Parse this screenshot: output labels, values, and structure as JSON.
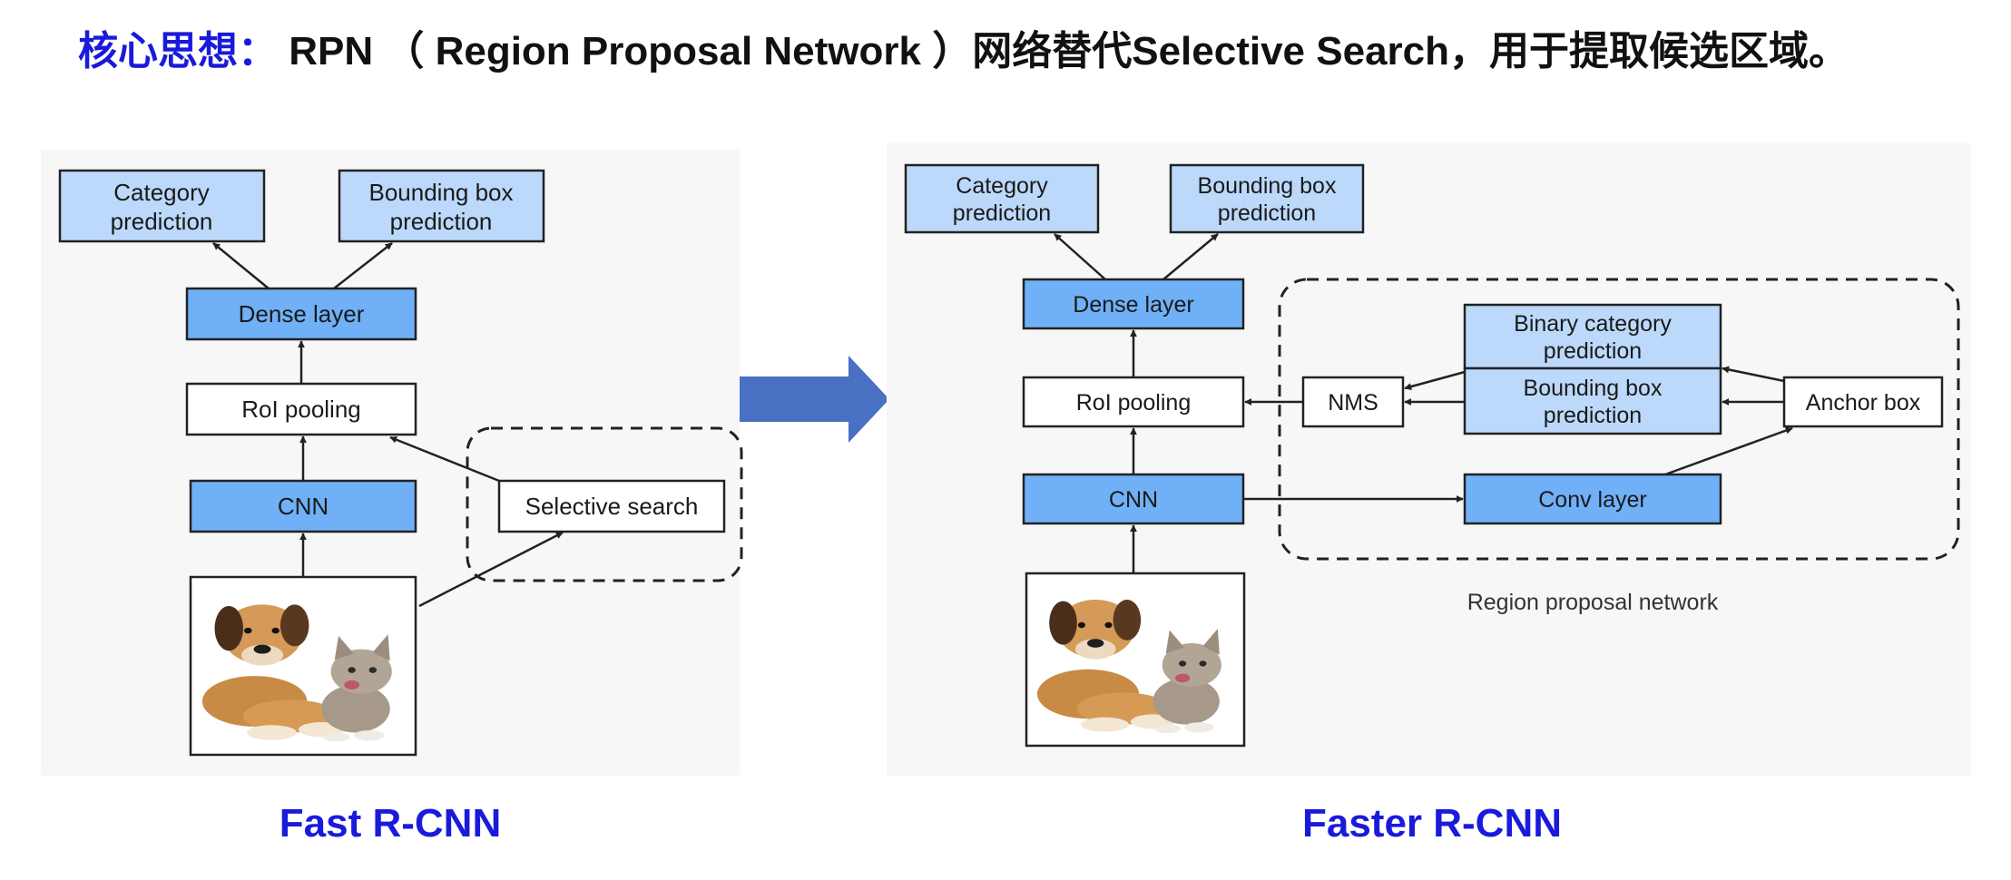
{
  "headline": {
    "key": "核心思想：",
    "text": "RPN （ Region Proposal Network ）网络替代Selective Search，用于提取候选区域。"
  },
  "colors": {
    "title_blue": "#1a1adb",
    "box_light": "#bcd9fb",
    "box_dark": "#6fb0f7",
    "box_white": "#ffffff",
    "panel_bg": "#f7f7f7",
    "arrow_fill": "#4a70c4"
  },
  "fast": {
    "caption": "Fast R-CNN",
    "category": [
      "Category",
      "prediction"
    ],
    "bbox": [
      "Bounding box",
      "prediction"
    ],
    "dense": "Dense layer",
    "roi": "RoI pooling",
    "cnn": "CNN",
    "selective": "Selective search",
    "image_icon": "dog-and-cat-photo-icon"
  },
  "faster": {
    "caption": "Faster R-CNN",
    "category": [
      "Category",
      "prediction"
    ],
    "bbox": [
      "Bounding box",
      "prediction"
    ],
    "dense": "Dense layer",
    "roi": "RoI pooling",
    "cnn": "CNN",
    "nms": "NMS",
    "binary": [
      "Binary category",
      "prediction"
    ],
    "bbox2": [
      "Bounding box",
      "prediction"
    ],
    "anchor": "Anchor box",
    "conv": "Conv layer",
    "rpn_label": "Region proposal network",
    "image_icon": "dog-and-cat-photo-icon"
  },
  "transition_icon": "right-arrow-icon"
}
